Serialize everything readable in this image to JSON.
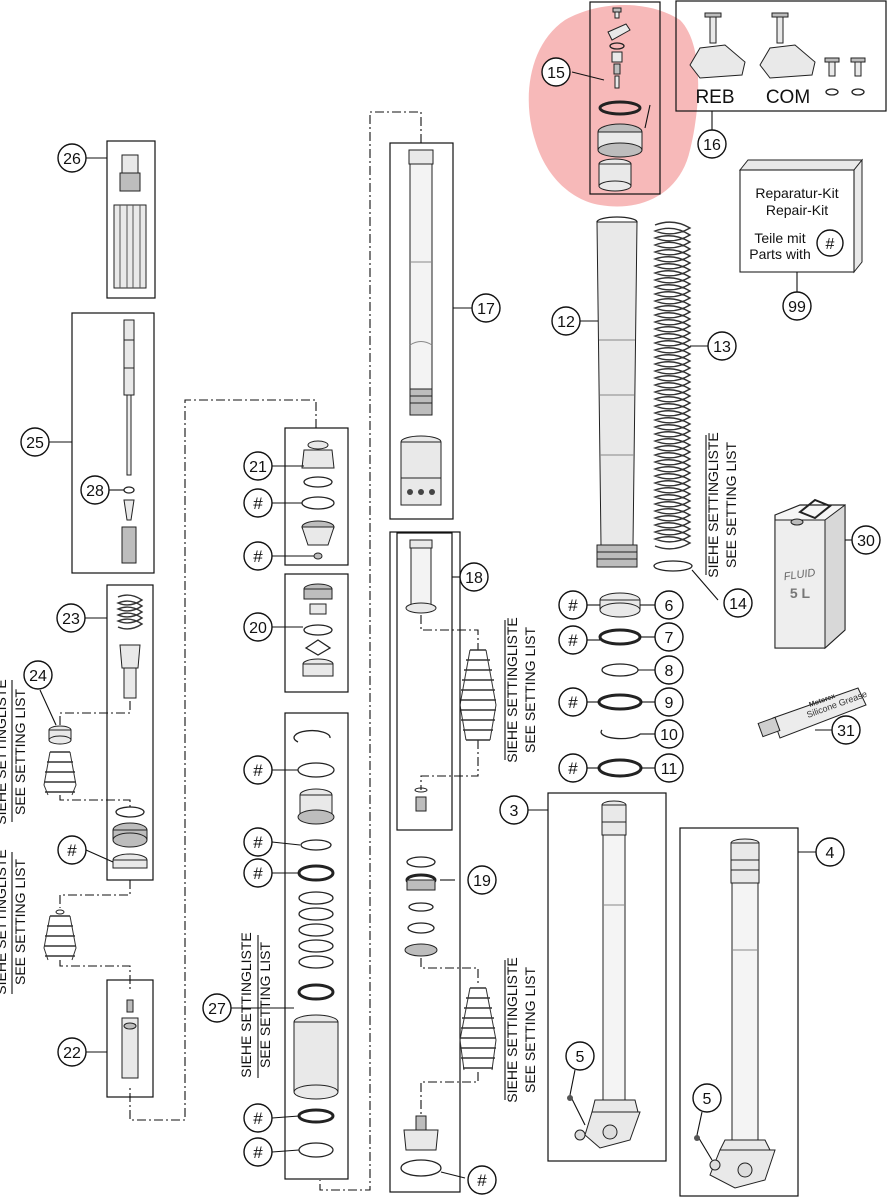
{
  "callouts": {
    "c3": "3",
    "c4": "4",
    "c5a": "5",
    "c5b": "5",
    "c6": "6",
    "c7": "7",
    "c8": "8",
    "c9": "9",
    "c10": "10",
    "c11": "11",
    "c12": "12",
    "c13": "13",
    "c14": "14",
    "c15": "15",
    "c16": "16",
    "c17": "17",
    "c18": "18",
    "c19": "19",
    "c20": "20",
    "c21": "21",
    "c22": "22",
    "c23": "23",
    "c24": "24",
    "c25": "25",
    "c26": "26",
    "c27": "27",
    "c28": "28",
    "c30": "30",
    "c31": "31",
    "c99": "99"
  },
  "hash_marker": "#",
  "kit_box": {
    "title_de": "Reparatur-Kit",
    "title_en": "Repair-Kit",
    "parts_de": "Teile mit",
    "parts_en": "Parts with",
    "marker": "#"
  },
  "box16": {
    "reb_label": "REB",
    "com_label": "COM"
  },
  "setting": {
    "de": "SIEHE SETTINGLISTE",
    "en": "SEE SETTING LIST"
  },
  "fluid": {
    "brand": "FLUID",
    "volume": "5 L"
  },
  "grease": {
    "brand": "Motorex",
    "name": "Silicone Grease"
  },
  "highlight": {
    "color": "#f08080",
    "target": "15"
  }
}
